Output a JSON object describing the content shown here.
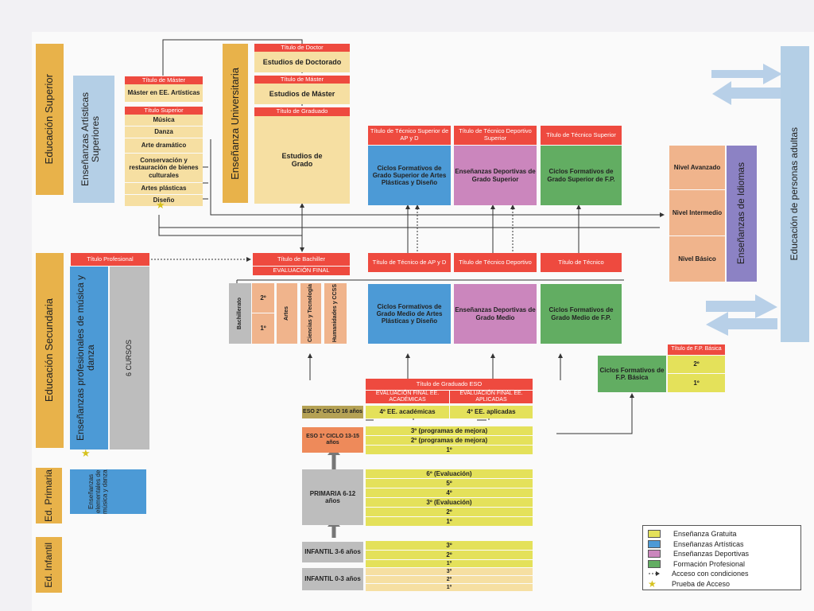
{
  "sections": {
    "superior": "Educación Superior",
    "secundaria": "Educación Secundaria",
    "primaria": "Ed. Primaria",
    "infantil": "Ed. Infantil",
    "artisticas_superiores": "Enseñanzas Artísticas Superiores",
    "universitaria": "Enseñanza Universitaria",
    "profesionales": "Enseñanzas profesionales de música y danza",
    "seis_cursos": "6 CURSOS",
    "elementales": "Enseñanzas elementales de música y danza",
    "idiomas": "Enseñanzas de Idiomas",
    "adultos": "Educación de personas adultas"
  },
  "artisticas": {
    "titulo_master": "Título de Máster",
    "master": "Máster en EE. Artísticas",
    "titulo_superior": "Título Superior",
    "items": [
      "Música",
      "Danza",
      "Arte dramático",
      "Conservación y restauración de bienes culturales",
      "Artes plásticas",
      "Diseño"
    ]
  },
  "universidad": {
    "titulo_doctor": "Título de Doctor",
    "doctorado": "Estudios de Doctorado",
    "titulo_master": "Título de Máster",
    "master": "Estudios de Máster",
    "titulo_graduado": "Título de Graduado",
    "grado": "Estudios de Grado"
  },
  "superior_ciclos": [
    {
      "title": "Título de Técnico Superior de AP y D",
      "body": "Ciclos Formativos de Grado Superior de Artes Plásticas y Diseño"
    },
    {
      "title": "Título de Técnico Deportivo Superior",
      "body": "Enseñanzas Deportivas de Grado Superior"
    },
    {
      "title": "Título de Técnico Superior",
      "body": "Ciclos Formativos de Grado Superior de F.P."
    }
  ],
  "idiomas_levels": [
    "Nivel Avanzado",
    "Nivel Intermedio",
    "Nivel Básico"
  ],
  "titulo_profesional": "Título Profesional",
  "bachiller": {
    "titulo": "Título de Bachiller",
    "evaluacion": "EVALUACIÓN FINAL",
    "label": "Bachillerato",
    "cursos": [
      "2º",
      "1º"
    ],
    "modalidades": [
      "Artes",
      "Ciencias y Tecnología",
      "Humanidades y CCSS"
    ]
  },
  "medio_ciclos": [
    {
      "title": "Título de Técnico de AP y D",
      "body": "Ciclos Formativos de Grado Medio de Artes Plásticas y Diseño"
    },
    {
      "title": "Título de Técnico Deportivo",
      "body": "Enseñanzas Deportivas de Grado Medio"
    },
    {
      "title": "Título de Técnico",
      "body": "Ciclos Formativos de Grado Medio de F.P."
    }
  ],
  "fp_basica": {
    "titulo": "Título de F.P. Básica",
    "body": "Ciclos Formativos de F.P. Básica",
    "cursos": [
      "2º",
      "1º"
    ]
  },
  "eso": {
    "titulo": "Título de Graduado ESO",
    "eval_academicas": "EVALUACIÓN FINAL EE. ACADÉMICAS",
    "eval_aplicadas": "EVALUACIÓN FINAL EE. APLICADAS",
    "ciclo2": "ESO 2º CICLO 16 años",
    "academicas": "4º EE. académicas",
    "aplicadas": "4º EE. aplicadas",
    "ciclo1": "ESO 1º CICLO 13-15 años",
    "ciclo1_rows": [
      "3º (programas de mejora)",
      "2º (programas de mejora)",
      "1º"
    ]
  },
  "primaria": {
    "label": "PRIMARIA 6-12 años",
    "rows": [
      "6º (Evaluación)",
      "5º",
      "4º",
      "3º (Evaluación)",
      "2º",
      "1º"
    ]
  },
  "infantil": {
    "label1": "INFANTIL 3-6 años",
    "rows1": [
      "3º",
      "2º",
      "1º"
    ],
    "label2": "INFANTIL 0-3 años",
    "rows2": [
      "3º",
      "2º",
      "1º"
    ]
  },
  "legend": [
    {
      "label": "Enseñanza Gratuita",
      "color": "#e4e15a"
    },
    {
      "label": "Enseñanzas Artísticas",
      "color": "#4c9ad6"
    },
    {
      "label": "Enseñanzas Deportivas",
      "color": "#cb86bd"
    },
    {
      "label": "Formación Profesional",
      "color": "#62ad62"
    },
    {
      "label": "Acceso con condiciones",
      "symbol": "dashed-arrow"
    },
    {
      "label": "Prueba de Acceso",
      "symbol": "star"
    }
  ]
}
